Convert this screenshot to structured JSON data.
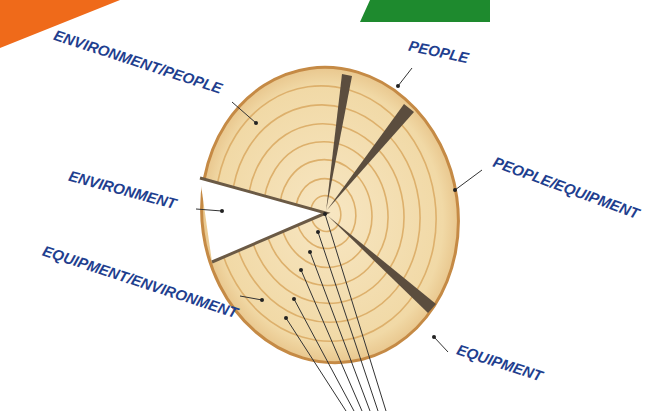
{
  "diagram": {
    "labels": [
      "ENVIRONMENT/PEOPLE",
      "PEOPLE",
      "PEOPLE/EQUIPMENT",
      "ENVIRONMENT",
      "EQUIPMENT/ENVIRONMENT",
      "EQUIPMENT"
    ]
  }
}
